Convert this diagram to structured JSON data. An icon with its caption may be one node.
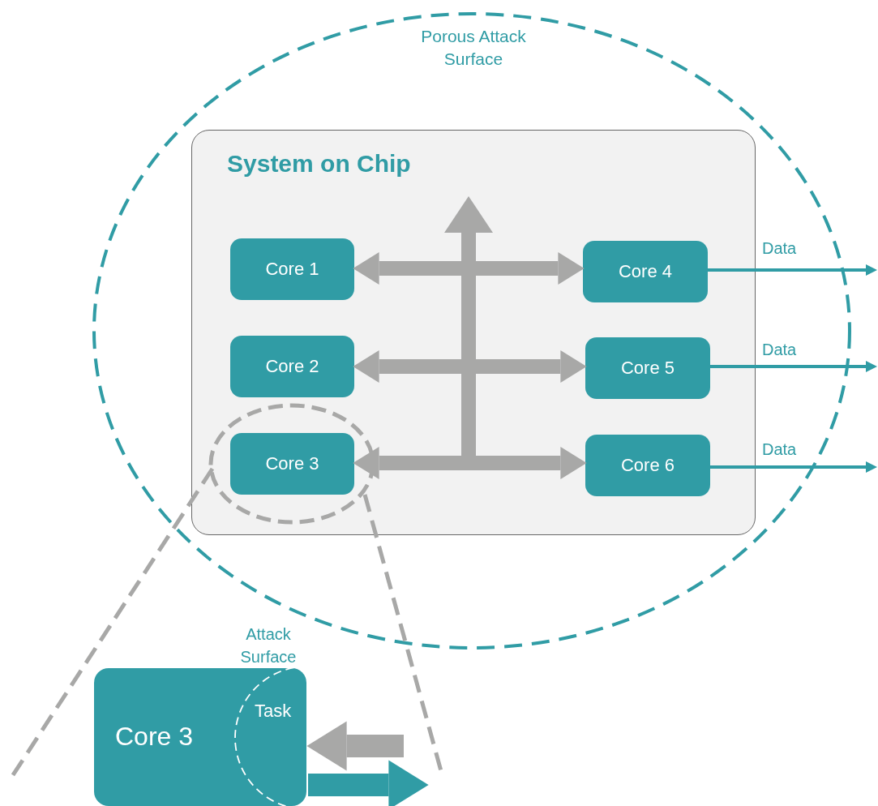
{
  "diagram": {
    "nodes": [
      {
        "text": [
          "Porous Attack Surface"
        ]
      },
      {
        "text": [
          "System on Chip"
        ],
        "in": 0
      },
      {
        "text": [
          "Core 1"
        ],
        "in": 1
      },
      {
        "text": [
          "Core 2"
        ],
        "in": 1
      },
      {
        "text": [
          "Core 3"
        ],
        "in": 1
      },
      {
        "text": [
          "Core 4"
        ],
        "in": 1
      },
      {
        "text": [
          "Core 5"
        ],
        "in": 1
      },
      {
        "text": [
          "Core 6"
        ],
        "in": 1
      },
      {
        "text": [
          "Core 3"
        ]
      },
      {
        "text": [
          "Attack Surface",
          "Task"
        ]
      }
    ],
    "edges": [
      {
        "from": 2,
        "to": 5,
        "arrow": "both"
      },
      {
        "from": 3,
        "to": 6,
        "arrow": "both"
      },
      {
        "from": 4,
        "to": 7,
        "arrow": "both"
      },
      {
        "from": 5,
        "to": null,
        "arrow": "to",
        "label": "Data",
        "color": "#309ca5"
      },
      {
        "from": 6,
        "to": null,
        "arrow": "to",
        "label": "Data",
        "color": "#309ca5"
      },
      {
        "from": 7,
        "to": null,
        "arrow": "to",
        "label": "Data",
        "color": "#309ca5"
      },
      {
        "from": null,
        "to": 9,
        "arrow": "to"
      },
      {
        "from": 9,
        "to": null,
        "arrow": "to",
        "color": "#309ca5"
      }
    ]
  }
}
